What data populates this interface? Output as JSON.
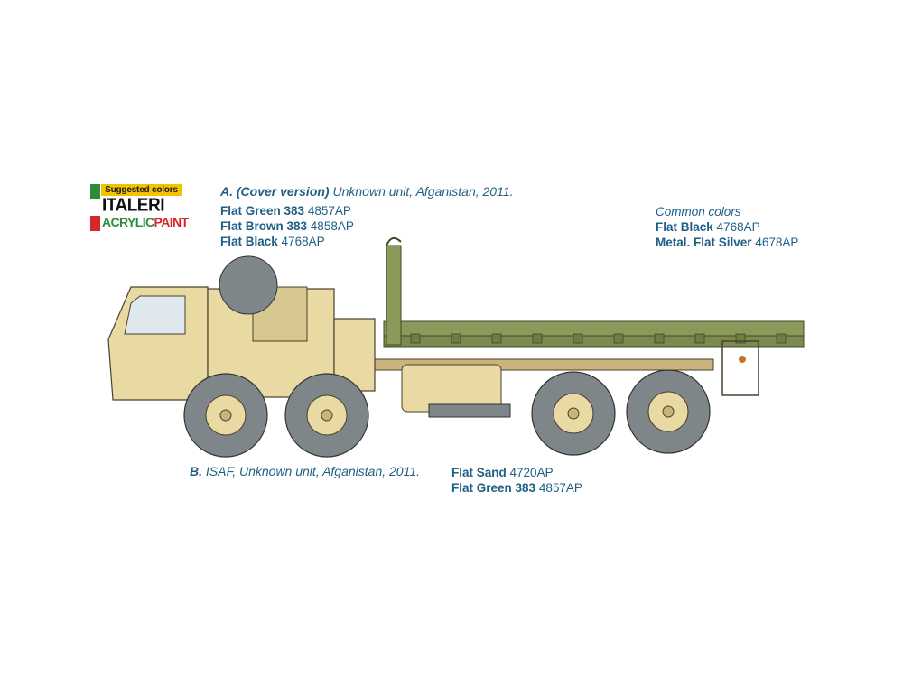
{
  "logo": {
    "tag": "Suggested colors",
    "brand": "ITALERI",
    "paint_a": "ACRYLIC",
    "paint_b": "PAINT"
  },
  "version_a": {
    "label": "A. (Cover version)",
    "text": "Unknown unit, Afganistan, 2011.",
    "colors": [
      {
        "name": "Flat Green 383",
        "code": "4857AP"
      },
      {
        "name": "Flat Brown 383",
        "code": "4858AP"
      },
      {
        "name": "Flat Black",
        "code": "4768AP"
      }
    ]
  },
  "common": {
    "heading": "Common colors",
    "colors": [
      {
        "name": "Flat Black",
        "code": "4768AP"
      },
      {
        "name": "Metal. Flat Silver",
        "code": "4678AP"
      }
    ]
  },
  "version_b": {
    "label": "B.",
    "text": "ISAF, Unknown unit, Afganistan, 2011.",
    "colors": [
      {
        "name": "Flat Sand",
        "code": "4720AP"
      },
      {
        "name": "Flat Green 383",
        "code": "4857AP"
      }
    ]
  },
  "palette": {
    "text_blue": "#1f5f86",
    "sand": "#e9d9a2",
    "sand_dark": "#c9b57c",
    "green": "#8a9a5b",
    "tire": "#7f868a",
    "logo_yellow": "#f2c400"
  }
}
